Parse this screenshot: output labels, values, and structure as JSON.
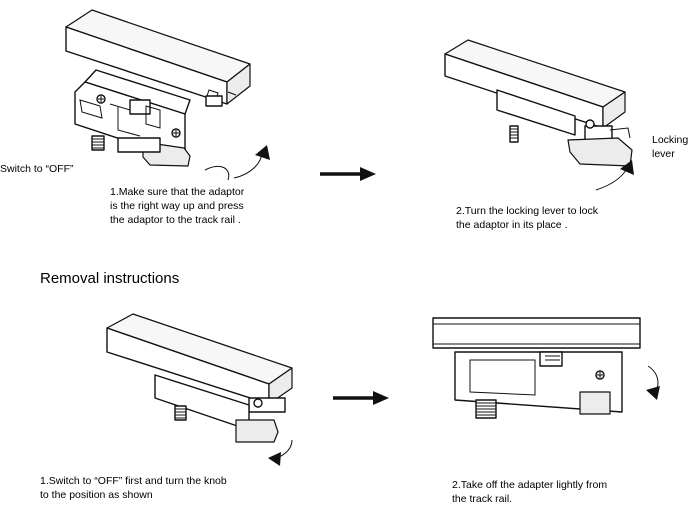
{
  "install": {
    "switch_label": "Switch to “OFF”",
    "lever_label": "Locking\nlever",
    "step1": "1.Make sure that the adaptor\nis the right way up and press\nthe adaptor to the track rail .",
    "step2": "2.Turn the locking lever to lock\nthe adaptor in its place ."
  },
  "removal": {
    "heading": "Removal instructions",
    "step1": "1.Switch to “OFF” first and turn the knob\nto the position as shown",
    "step2": "2.Take off the adapter lightly from\nthe track rail."
  },
  "colors": {
    "line": "#111111",
    "fill": "#ffffff",
    "shade": "#ececec"
  },
  "icons": [
    "right-arrow-icon",
    "rotate-arrow-icon"
  ]
}
